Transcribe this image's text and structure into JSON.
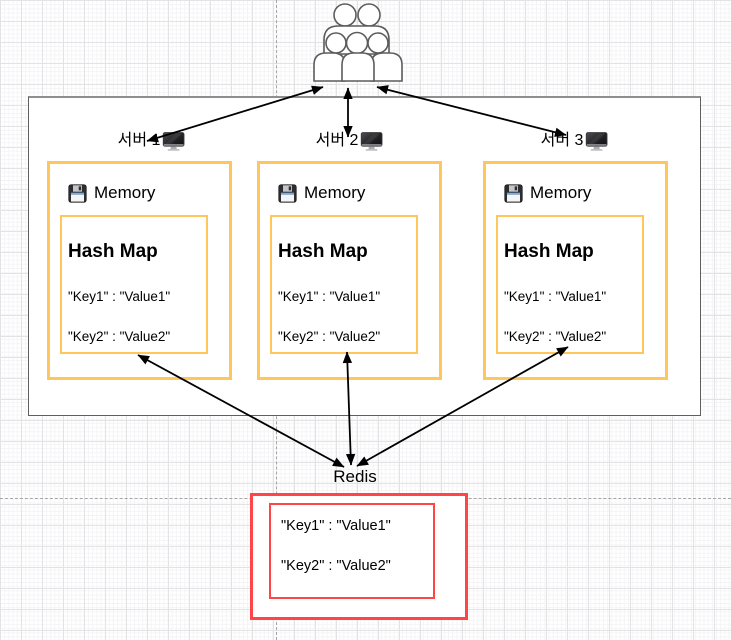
{
  "diagram": {
    "title_hint": "Redis shared-cache architecture diagram",
    "users": {
      "icon": "users-crowd-icon"
    },
    "servers": [
      {
        "label": "서버 1",
        "memory_label": "Memory",
        "hash_map_title": "Hash Map",
        "entries": [
          "\"Key1\" : \"Value1\"",
          "\"Key2\" : \"Value2\""
        ]
      },
      {
        "label": "서버 2",
        "memory_label": "Memory",
        "hash_map_title": "Hash Map",
        "entries": [
          "\"Key1\" : \"Value1\"",
          "\"Key2\" : \"Value2\""
        ]
      },
      {
        "label": "서버 3",
        "memory_label": "Memory",
        "hash_map_title": "Hash Map",
        "entries": [
          "\"Key1\" : \"Value1\"",
          "\"Key2\" : \"Value2\""
        ]
      }
    ],
    "redis": {
      "label": "Redis",
      "entries": [
        "\"Key1\" : \"Value1\"",
        "\"Key2\" : \"Value2\""
      ]
    },
    "icons": {
      "server": "desktop-computer-icon",
      "memory": "floppy-disk-icon",
      "users": "users-crowd-icon"
    },
    "colors": {
      "memory_box_border": "#FFC65C",
      "redis_box_border": "#FF4545",
      "system_boundary_border": "#6A6A6A",
      "arrow": "#000000",
      "page_boundary_dash": "#A6A6A6"
    }
  }
}
